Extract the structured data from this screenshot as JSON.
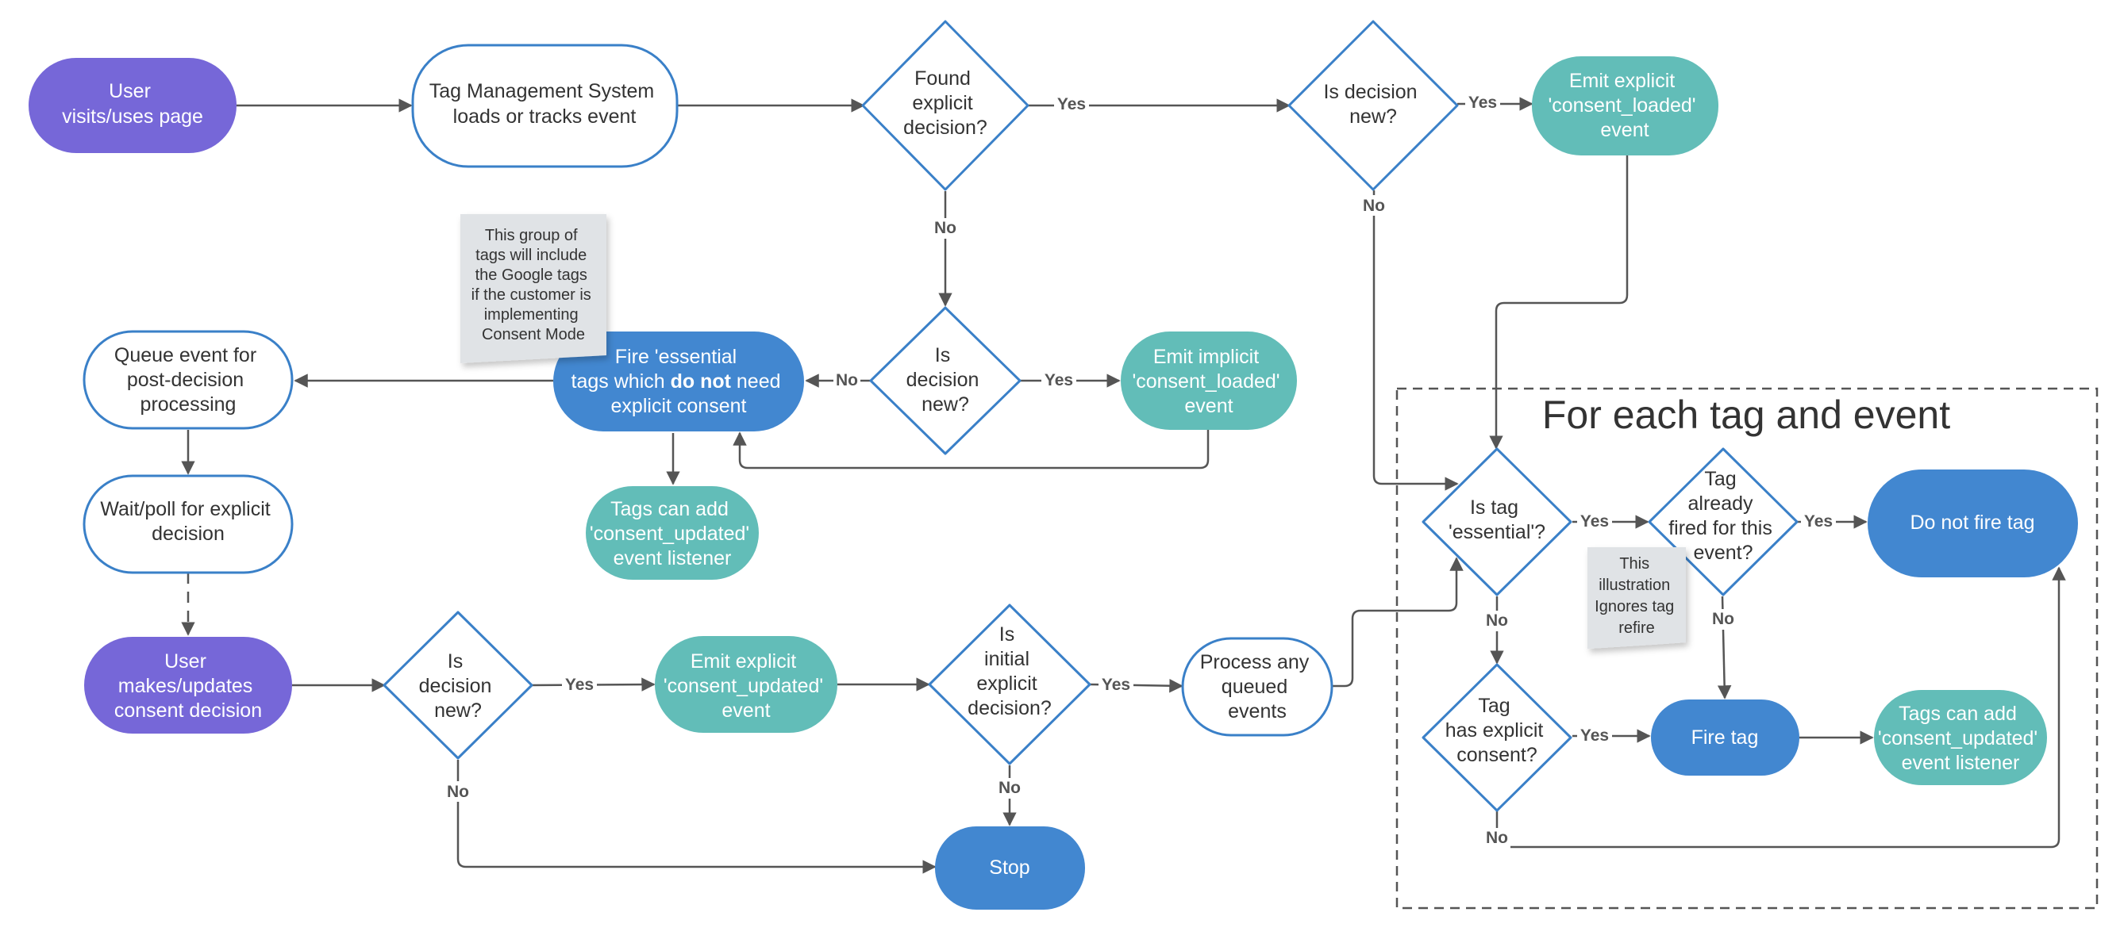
{
  "colors": {
    "purple": "#7667d8",
    "teal": "#62bdb8",
    "blue": "#4287d0",
    "outline": "#3a80c8",
    "line": "#555555",
    "note": "#e0e3e6"
  },
  "group": {
    "title": "For each tag and event"
  },
  "nodes": {
    "user_visits": [
      "User",
      "visits/uses page"
    ],
    "tms_loads": [
      "Tag Management System",
      "loads or tracks event"
    ],
    "found_explicit": [
      "Found",
      "explicit",
      "decision?"
    ],
    "is_new_top": [
      "Is decision",
      "new?"
    ],
    "emit_explicit_loaded": [
      "Emit explicit",
      "'consent_loaded'",
      "event"
    ],
    "is_new_mid": [
      "Is",
      "decision",
      "new?"
    ],
    "emit_implicit_loaded": [
      "Emit implicit",
      "'consent_loaded'",
      "event"
    ],
    "fire_essential": {
      "line1": "Fire 'essential",
      "line2_pre": "tags which ",
      "line2_bold": "do not",
      "line2_post": " need",
      "line3": "explicit consent"
    },
    "queue_event": [
      "Queue event for",
      "post-decision",
      "processing"
    ],
    "wait_poll": [
      "Wait/poll for explicit",
      "decision"
    ],
    "listener_mid": [
      "Tags can add",
      "'consent_updated'",
      "event listener"
    ],
    "user_updates": [
      "User",
      "makes/updates",
      "consent decision"
    ],
    "is_new_bottom": [
      "Is",
      "decision",
      "new?"
    ],
    "emit_explicit_updated": [
      "Emit explicit",
      "'consent_updated'",
      "event"
    ],
    "is_initial_explicit": [
      "Is",
      "initial",
      "explicit",
      "decision?"
    ],
    "process_queued": [
      "Process any",
      "queued",
      "events"
    ],
    "stop": [
      "Stop"
    ],
    "is_tag_essential": [
      "Is tag",
      "'essential'?"
    ],
    "tag_already_fired": [
      "Tag",
      "already",
      "fired for this",
      "event?"
    ],
    "do_not_fire": [
      "Do not fire tag"
    ],
    "tag_has_consent": [
      "Tag",
      "has explicit",
      "consent?"
    ],
    "fire_tag": [
      "Fire tag"
    ],
    "listener_right": [
      "Tags can add",
      "'consent_updated'",
      "event listener"
    ]
  },
  "notes": {
    "google_tags": [
      "This group of",
      "tags will include",
      "the Google tags",
      "if the customer is",
      "implementing",
      "Consent Mode"
    ],
    "refire": [
      "This",
      "illustration",
      "Ignores tag",
      "refire"
    ]
  },
  "edge_labels": {
    "found_yes": "Yes",
    "found_no": "No",
    "new_top_yes": "Yes",
    "new_top_no": "No",
    "new_mid_no": "No",
    "new_mid_yes": "Yes",
    "new_bottom_yes": "Yes",
    "new_bottom_no": "No",
    "initial_yes": "Yes",
    "initial_no": "No",
    "essential_yes": "Yes",
    "essential_no": "No",
    "fired_yes": "Yes",
    "fired_no": "No",
    "consent_yes": "Yes",
    "consent_no": "No"
  }
}
